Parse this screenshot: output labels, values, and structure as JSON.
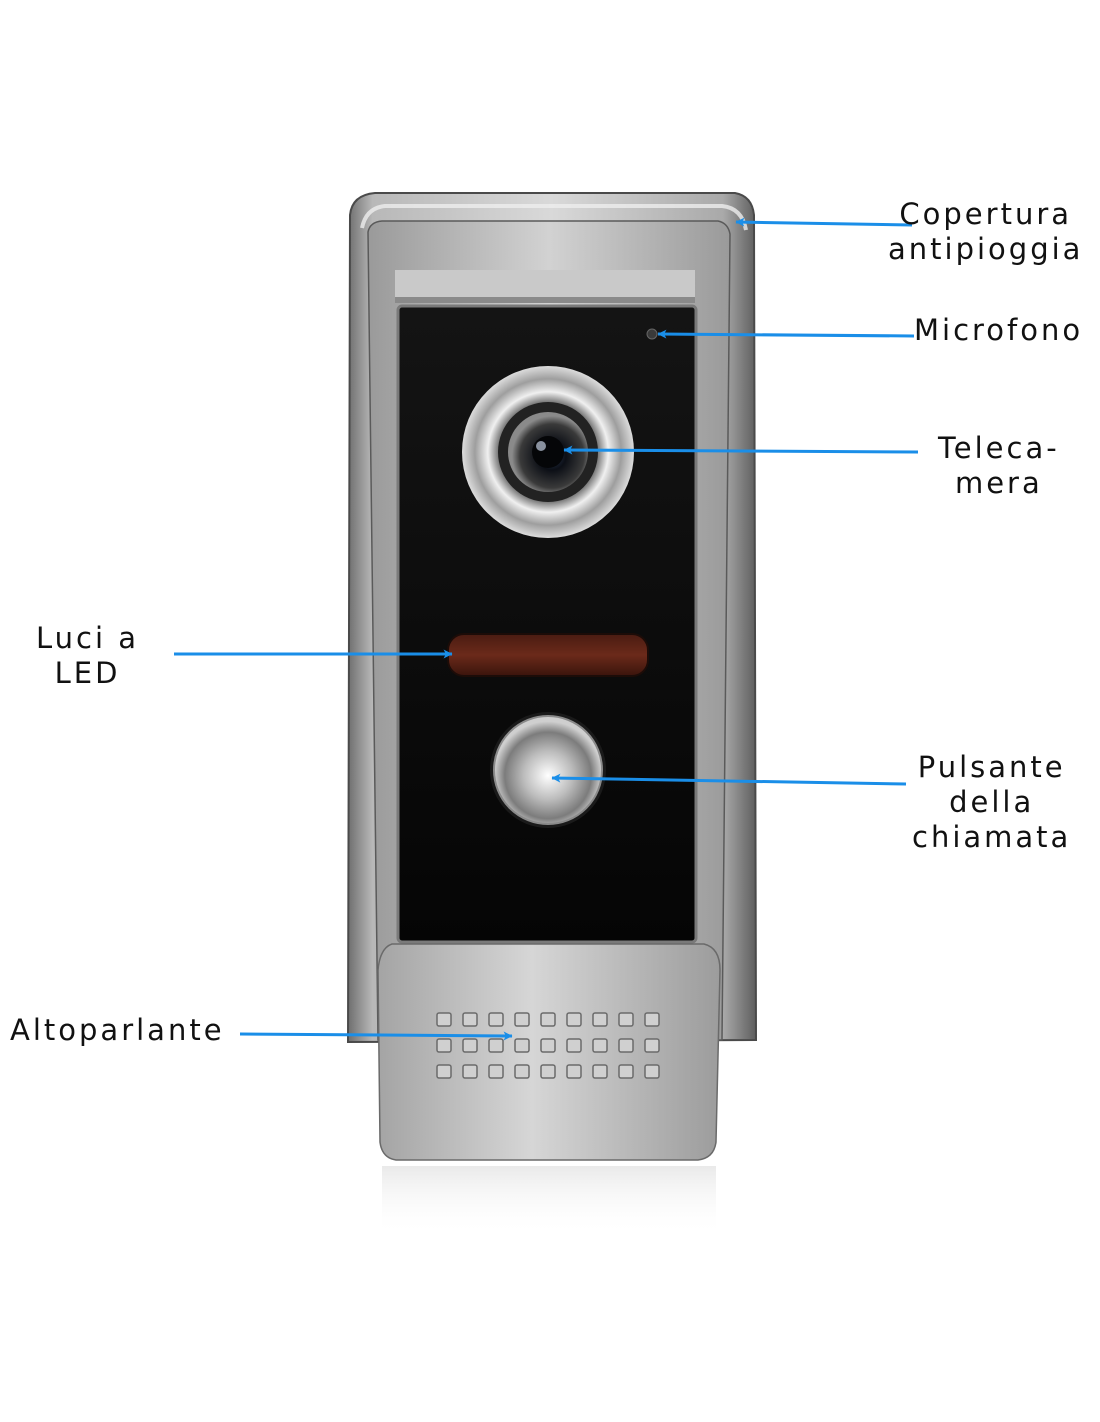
{
  "accent_color": "#1a8ee8",
  "labels": {
    "rain_cover": [
      "Copertura",
      "antipioggia"
    ],
    "microphone": [
      "Microfono"
    ],
    "camera": [
      "Teleca-",
      "mera"
    ],
    "led_lights": [
      "Luci a",
      "LED"
    ],
    "call_button": [
      "Pulsante",
      "della",
      "chiamata"
    ],
    "speaker": [
      "Altoparlante"
    ]
  }
}
